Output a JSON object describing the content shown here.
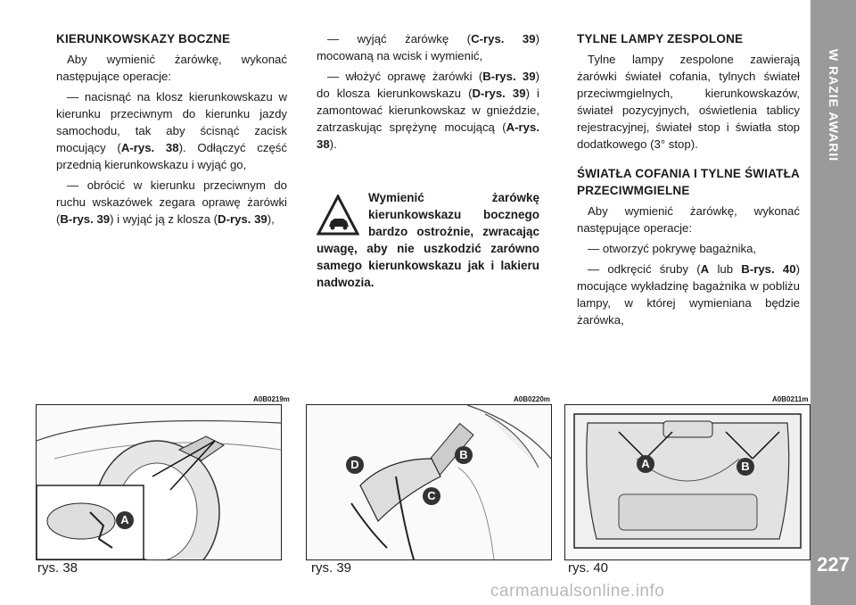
{
  "section_title": "W RAZIE AWARII",
  "page_number": "227",
  "col1": {
    "heading": "KIERUNKOWSKAZY BOCZNE",
    "intro": "Aby wymienić żarówkę, wykonać następujące operacje:",
    "step1_a": "— nacisnąć na klosz kierunkowskazu w kierunku przeciwnym do kierunku jazdy samochodu, tak aby ścisnąć zacisk mocujący (",
    "step1_ref": "A-rys. 38",
    "step1_b": "). Odłączyć część przednią kierunkowskazu i wyjąć go,",
    "step2_a": "— obrócić w kierunku przeciwnym do ruchu wskazówek zegara oprawę żarówki (",
    "step2_ref1": "B-rys. 39",
    "step2_b": ") i wyjąć ją z klosza (",
    "step2_ref2": "D-rys. 39",
    "step2_c": "),"
  },
  "col2": {
    "step3_a": "— wyjąć żarówkę (",
    "step3_ref": "C-rys. 39",
    "step3_b": ") mocowaną na wcisk i wymienić,",
    "step4_a": "— włożyć oprawę żarówki (",
    "step4_ref1": "B-rys. 39",
    "step4_b": ") do klosza kierunkowskazu (",
    "step4_ref2": "D-rys. 39",
    "step4_c": ") i zamontować kierunkowskaz w gnieździe, zatrzaskując sprężynę mocującą (",
    "step4_ref3": "A-rys. 38",
    "step4_d": ").",
    "warning": "Wymienić żarówkę kierunkowskazu bocznego bardzo ostrożnie, zwracając uwagę, aby nie uszkodzić zarówno samego kierunkowskazu jak i lakieru nadwozia."
  },
  "col3": {
    "heading1": "TYLNE LAMPY ZESPOLONE",
    "para1": "Tylne lampy zespolone zawierają żarówki świateł cofania, tylnych świateł przeciwmgielnych, kierunkowskazów, świateł pozycyjnych, oświetlenia tablicy rejestracyjnej, świateł stop i światła stop dodatkowego (3° stop).",
    "heading2": "ŚWIATŁA COFANIA I TYLNE ŚWIATŁA PRZECIWMGIELNE",
    "intro2": "Aby wymienić żarówkę, wykonać następujące operacje:",
    "step1": "— otworzyć pokrywę bagażnika,",
    "step2_a": "— odkręcić śruby (",
    "step2_ref1": "A",
    "step2_mid": " lub ",
    "step2_ref2": "B-rys. 40",
    "step2_b": ") mocujące wykładzinę bagażnika w pobliżu lampy, w której wymieniana będzie żarówka,"
  },
  "figures": [
    {
      "code": "A0B0219m",
      "label": "rys. 38",
      "markers": [
        "A"
      ]
    },
    {
      "code": "A0B0220m",
      "label": "rys. 39",
      "markers": [
        "D",
        "B",
        "C"
      ]
    },
    {
      "code": "A0B0211m",
      "label": "rys. 40",
      "markers": [
        "A",
        "B"
      ]
    }
  ],
  "watermark": "carmanualsonline.info"
}
